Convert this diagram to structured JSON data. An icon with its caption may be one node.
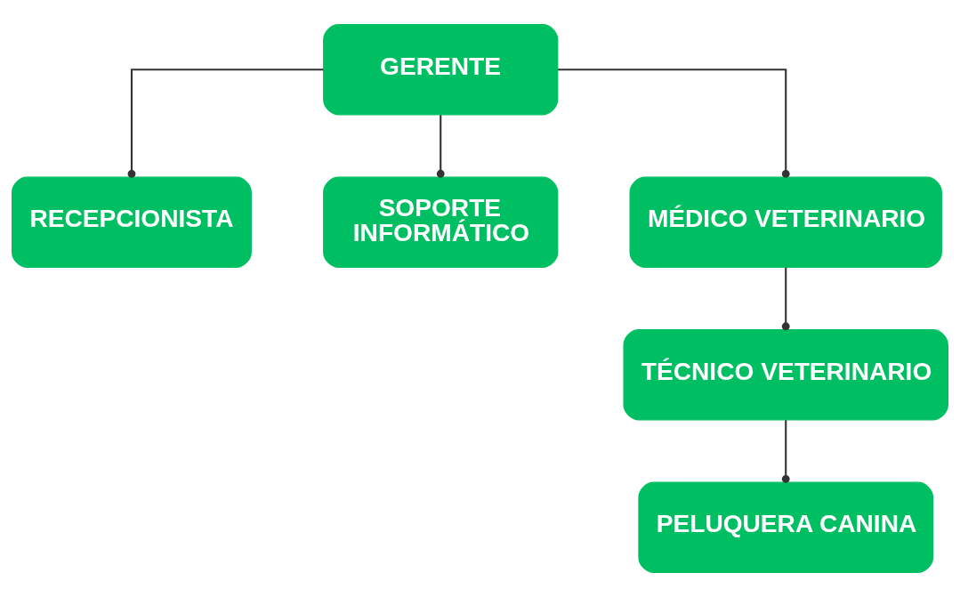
{
  "diagram": {
    "nodes": [
      {
        "text": [
          "GERENTE"
        ]
      },
      {
        "text": [
          "RECEPCIONISTA"
        ]
      },
      {
        "text": [
          "SOPORTE INFORMÁTICO"
        ]
      },
      {
        "text": [
          "MÉDICO VETERINARIO"
        ]
      },
      {
        "text": [
          "TÉCNICO VETERINARIO"
        ]
      },
      {
        "text": [
          "PELUQUERA CANINA"
        ]
      }
    ],
    "edges": [
      {
        "from": 0,
        "to": 1,
        "arrow": "other"
      },
      {
        "from": 0,
        "to": 2,
        "arrow": "other"
      },
      {
        "from": 0,
        "to": 3,
        "arrow": "other"
      },
      {
        "from": 3,
        "to": 4,
        "arrow": "other"
      },
      {
        "from": 4,
        "to": 5,
        "arrow": "other"
      }
    ]
  }
}
